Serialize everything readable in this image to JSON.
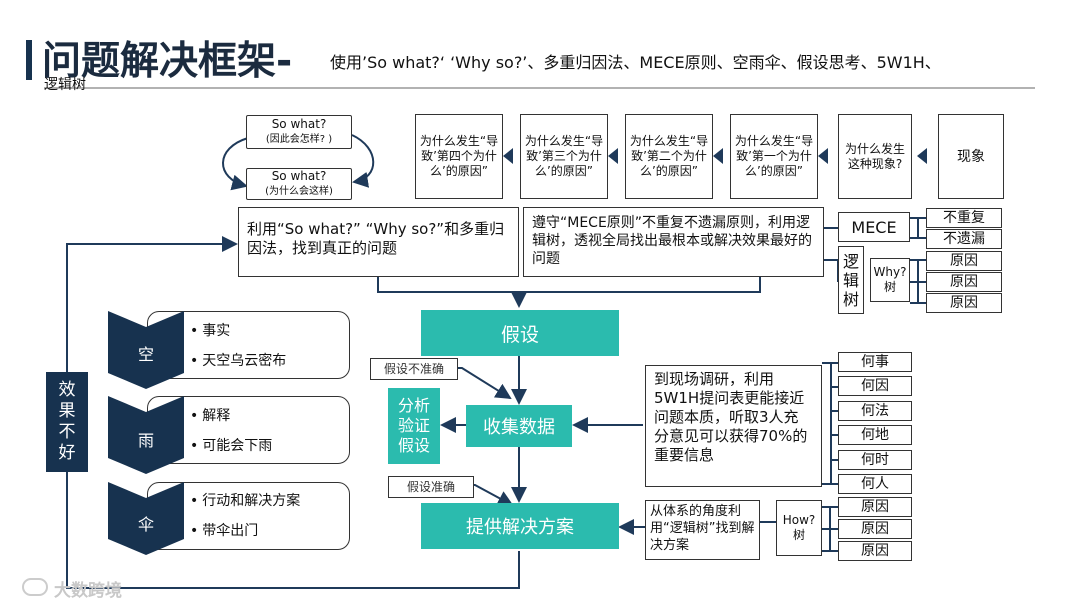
{
  "header": {
    "title": "问题解决框架-",
    "subtitle": "使用’So what?‘ ‘Why so?’、多重归因法、MECE原则、空雨伞、假设思考、5W1H、",
    "subtitle_line2": "逻辑树"
  },
  "sowhat": {
    "q1": "So what?",
    "q1_sub": "(因此会怎样? )",
    "q2": "So what?",
    "q2_sub": "(为什么会这样)"
  },
  "why_chain": [
    "为什么发生“导致’第四个为什么’的原因”",
    "为什么发生“导致’第三个为什么’的原因”",
    "为什么发生“导致’第二个为什么’的原因”",
    "为什么发生“导致’第一个为什么’的原因”",
    "为什么发生这种现象?",
    "现象"
  ],
  "middle": {
    "left_text": "利用“So what?” “Why so?”和多重归因法，找到真正的问题",
    "right_text": "遵守“MECE原则”不重复不遗漏原则，利用逻辑树，透视全局找出最根本或解决效果最好的问题"
  },
  "mece": {
    "label": "MECE",
    "items": [
      "不重复",
      "不遗漏"
    ],
    "tree_label": "逻辑树",
    "why_tree": "Why?树",
    "causes": [
      "原因",
      "原因",
      "原因"
    ]
  },
  "flow": {
    "hypothesis": "假设",
    "collect": "收集数据",
    "solution": "提供解决方案",
    "verify": "分析验证假设",
    "inaccurate": "假设不准确",
    "accurate": "假设准确",
    "feedback": "效果不好"
  },
  "kyu": [
    {
      "label": "空",
      "items": [
        "事实",
        "天空乌云密布"
      ]
    },
    {
      "label": "雨",
      "items": [
        "解释",
        "可能会下雨"
      ]
    },
    {
      "label": "伞",
      "items": [
        "行动和解决方案",
        "带伞出门"
      ]
    }
  ],
  "w5h1": {
    "text": "到现场调研，利用5W1H提问表更能接近问题本质，听取3人充分意见可以获得70%的重要信息",
    "items": [
      "何事",
      "何因",
      "何法",
      "何地",
      "何时",
      "何人"
    ]
  },
  "howtree": {
    "text": "从体系的角度利用“逻辑树”找到解决方案",
    "label": "How?树",
    "causes": [
      "原因",
      "原因",
      "原因"
    ]
  },
  "watermark": "大数跨境",
  "colors": {
    "teal": "#2bbbae",
    "navy": "#17324f"
  }
}
